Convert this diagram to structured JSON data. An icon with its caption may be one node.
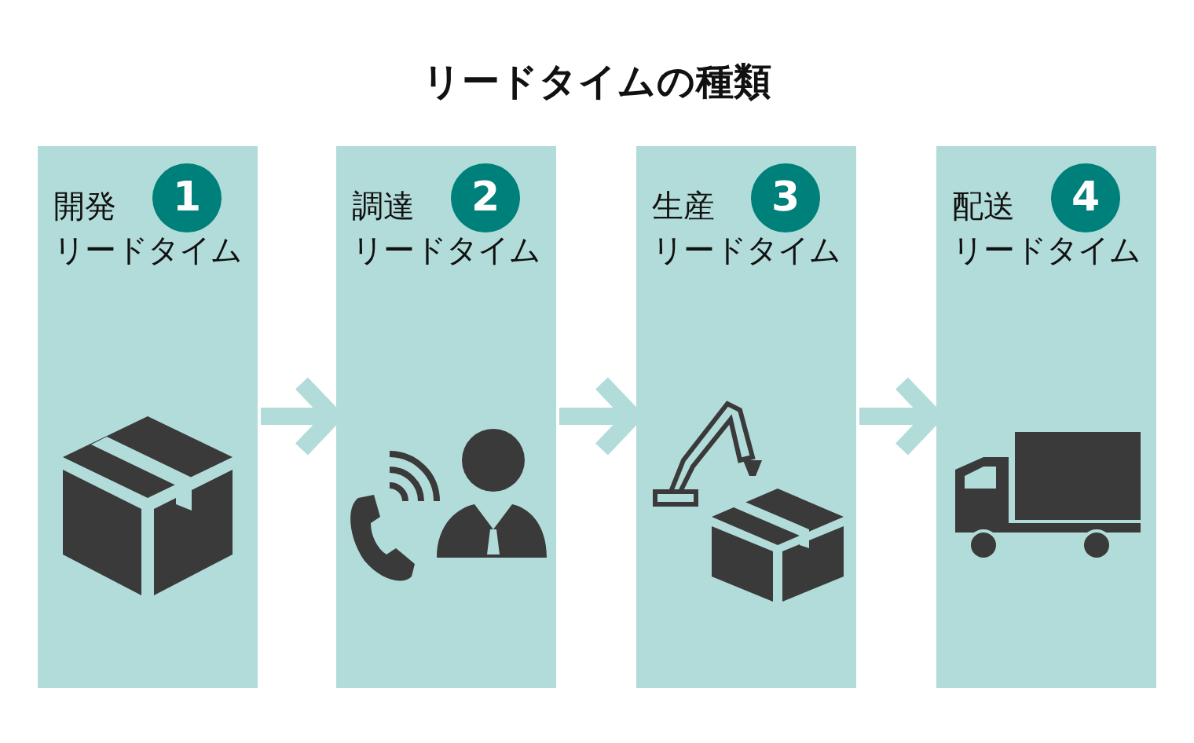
{
  "diagram": {
    "title": "リードタイムの種類",
    "nodes": [
      {
        "text": [
          "開発",
          "リードタイム"
        ]
      },
      {
        "text": [
          "1"
        ],
        "in": 0
      },
      {
        "text": [
          "調達",
          "リードタイム"
        ]
      },
      {
        "text": [
          "2"
        ],
        "in": 2
      },
      {
        "text": [
          "生産",
          "リードタイム"
        ]
      },
      {
        "text": [
          "3"
        ],
        "in": 4
      },
      {
        "text": [
          "配送",
          "リードタイム"
        ]
      },
      {
        "text": [
          "4"
        ],
        "in": 6
      }
    ],
    "edges": [
      {
        "from": 0,
        "to": 2,
        "arrow": "to"
      },
      {
        "from": 2,
        "to": 4,
        "arrow": "to"
      },
      {
        "from": 4,
        "to": 6,
        "arrow": "to"
      }
    ]
  }
}
